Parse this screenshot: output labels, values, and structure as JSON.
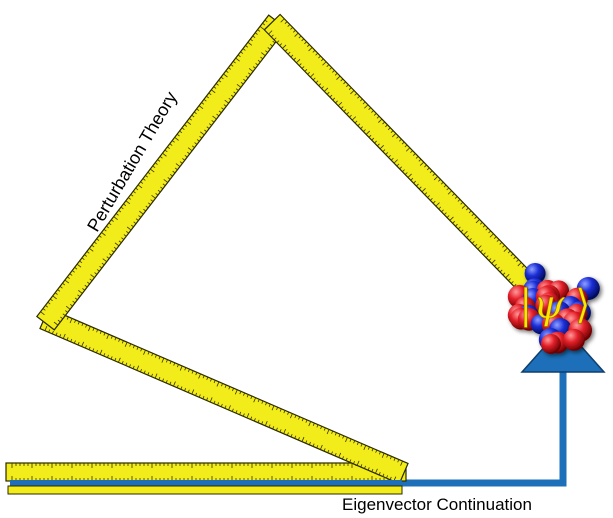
{
  "labels": {
    "perturbation": "Perturbation Theory",
    "continuation": "Eigenvector Continuation"
  },
  "nucleus": {
    "ket_left": "|",
    "ket_symbol": "ψ",
    "ket_right": "⟩"
  },
  "colors": {
    "ruler_fill": "#f2ec1a",
    "ruler_stroke": "#2a2a00",
    "arrow": "#1c6fb8",
    "proton": "#e4202a",
    "neutron": "#1c2fd8",
    "ket": "#ffe600"
  },
  "icons": {
    "nucleus": "atomic-nucleus-icon",
    "arrow": "up-arrow-icon"
  }
}
